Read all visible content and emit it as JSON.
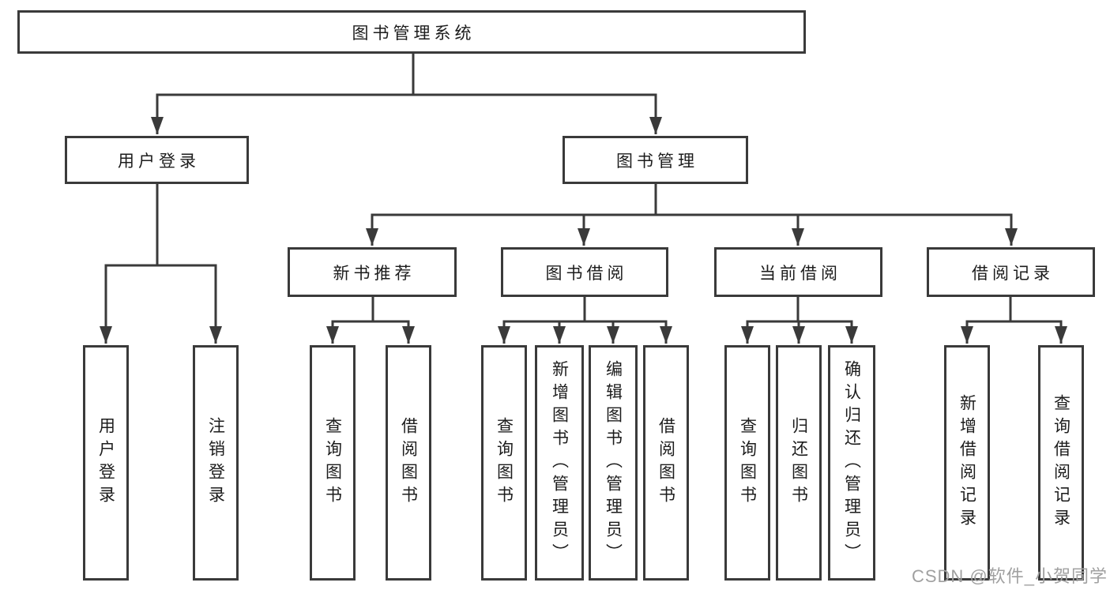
{
  "diagram": {
    "root": {
      "label": "图书管理系统"
    },
    "level2": {
      "user_login": {
        "label": "用户登录"
      },
      "book_management": {
        "label": "图书管理"
      }
    },
    "level3": {
      "new_book_recommend": {
        "label": "新书推荐"
      },
      "book_borrowing": {
        "label": "图书借阅"
      },
      "current_borrowing": {
        "label": "当前借阅"
      },
      "borrowing_records": {
        "label": "借阅记录"
      }
    },
    "leaves": {
      "user_login": [
        "用户登录",
        "注销登录"
      ],
      "new_book_recommend": [
        "查询图书",
        "借阅图书"
      ],
      "book_borrowing": [
        "查询图书",
        "新增图书（管理员）",
        "编辑图书（管理员）",
        "借阅图书"
      ],
      "current_borrowing": [
        "查询图书",
        "归还图书",
        "确认归还（管理员）"
      ],
      "borrowing_records": [
        "新增借阅记录",
        "查询借阅记录"
      ]
    },
    "line_color": "#3a3a3a"
  },
  "watermark": {
    "text": "CSDN @软件_小贺同学",
    "color": "#a0a0a0"
  }
}
